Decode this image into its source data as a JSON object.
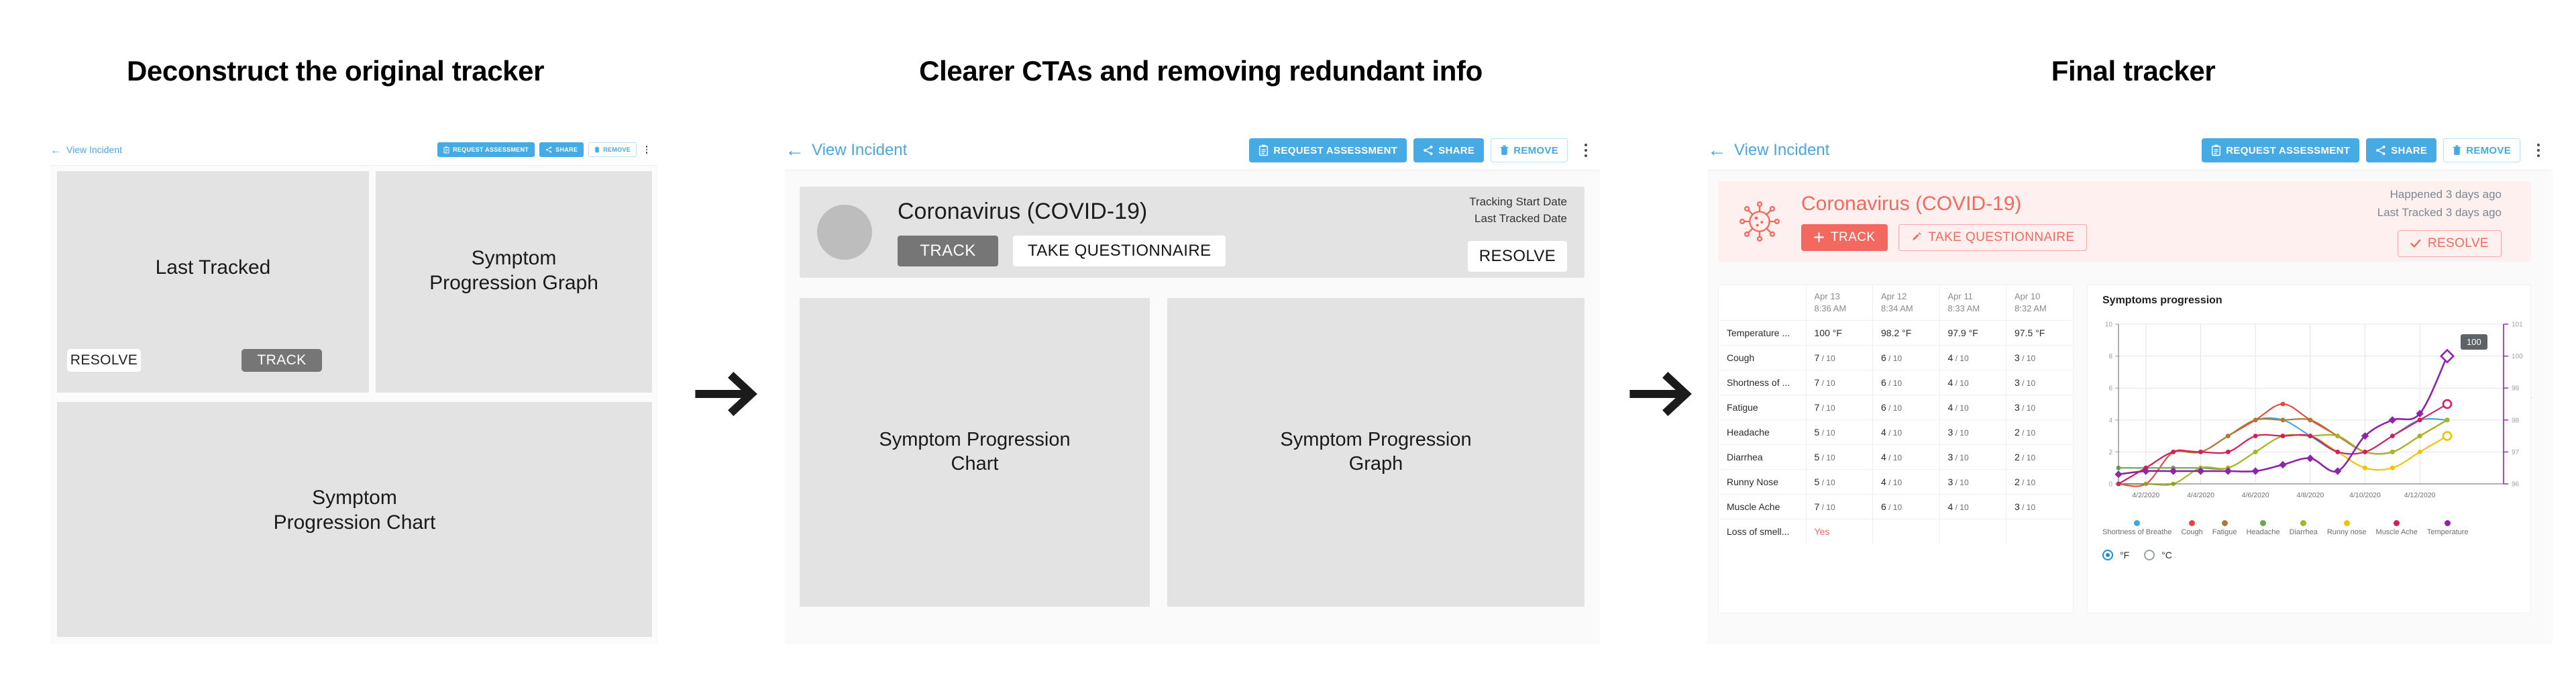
{
  "sections": [
    {
      "title": "Deconstruct the original tracker"
    },
    {
      "title": "Clearer CTAs and removing redundant info"
    },
    {
      "title": "Final tracker"
    }
  ],
  "appbar": {
    "back_label": "View Incident",
    "request_assessment": "REQUEST ASSESSMENT",
    "share": "SHARE",
    "remove": "REMOVE"
  },
  "panel1": {
    "boxes": [
      {
        "label": "Last Tracked"
      },
      {
        "label_line1": "Symptom",
        "label_line2": "Progression Graph"
      },
      {
        "label_line1": "Symptom",
        "label_line2": "Progression Chart"
      }
    ],
    "resolve": "RESOLVE",
    "track": "TRACK"
  },
  "panel2": {
    "incident_title": "Coronavirus (COVID-19)",
    "date_line1": "Tracking Start Date",
    "date_line2": "Last Tracked Date",
    "track": "TRACK",
    "questionnaire": "TAKE QUESTIONNAIRE",
    "resolve": "RESOLVE",
    "card_left_line1": "Symptom Progression",
    "card_left_line2": "Chart",
    "card_right_line1": "Symptom Progression",
    "card_right_line2": "Graph"
  },
  "panel3": {
    "incident_title": "Coronavirus (COVID-19)",
    "happened": "Happened 3 days ago",
    "last_tracked": "Last Tracked 3 days ago",
    "track": "TRACK",
    "questionnaire": "TAKE QUESTIONNAIRE",
    "resolve": "RESOLVE",
    "accent": "#f4695f",
    "table": {
      "columns": [
        {
          "date": "Apr 13",
          "time": "8:36 AM"
        },
        {
          "date": "Apr 12",
          "time": "8:34 AM"
        },
        {
          "date": "Apr 11",
          "time": "8:33 AM"
        },
        {
          "date": "Apr 10",
          "time": "8:32 AM"
        }
      ],
      "rows": [
        {
          "name": "Temperature ...",
          "values": [
            "100 °F",
            "98.2 °F",
            "97.9 °F",
            "97.5 °F"
          ],
          "kind": "plain"
        },
        {
          "name": "Cough",
          "values": [
            "7",
            "6",
            "4",
            "3"
          ],
          "kind": "score",
          "denominator": "/ 10"
        },
        {
          "name": "Shortness of ...",
          "values": [
            "7",
            "6",
            "4",
            "3"
          ],
          "kind": "score",
          "denominator": "/ 10"
        },
        {
          "name": "Fatigue",
          "values": [
            "7",
            "6",
            "4",
            "3"
          ],
          "kind": "score",
          "denominator": "/ 10"
        },
        {
          "name": "Headache",
          "values": [
            "5",
            "4",
            "3",
            "2"
          ],
          "kind": "score",
          "denominator": "/ 10"
        },
        {
          "name": "Diarrhea",
          "values": [
            "5",
            "4",
            "3",
            "2"
          ],
          "kind": "score",
          "denominator": "/ 10"
        },
        {
          "name": "Runny Nose",
          "values": [
            "5",
            "4",
            "3",
            "2"
          ],
          "kind": "score",
          "denominator": "/ 10"
        },
        {
          "name": "Muscle Ache",
          "values": [
            "7",
            "6",
            "4",
            "3"
          ],
          "kind": "score",
          "denominator": "/ 10"
        },
        {
          "name": "Loss of smell...",
          "values": [
            "Yes",
            "",
            "",
            ""
          ],
          "kind": "yes"
        }
      ]
    },
    "units": {
      "f": "°F",
      "c": "°C",
      "selected": "°F"
    },
    "tooltip_value": "100"
  },
  "chart_data": {
    "type": "line",
    "title": "Symptoms progression",
    "xlabel": "",
    "ylabel": "",
    "y2label": "Temperature",
    "ylim": [
      0,
      10
    ],
    "yticks": [
      0,
      2,
      4,
      6,
      8,
      10
    ],
    "y2lim": [
      96,
      101
    ],
    "y2ticks": [
      96,
      97,
      98,
      99,
      100,
      101
    ],
    "grid": true,
    "legend_position": "bottom",
    "x": [
      "4/1/2020",
      "4/2/2020",
      "4/3/2020",
      "4/4/2020",
      "4/5/2020",
      "4/6/2020",
      "4/7/2020",
      "4/8/2020",
      "4/9/2020",
      "4/10/2020",
      "4/11/2020",
      "4/12/2020",
      "4/13/2020"
    ],
    "xticks": [
      "4/2/2020",
      "4/4/2020",
      "4/6/2020",
      "4/8/2020",
      "4/10/2020",
      "4/12/2020"
    ],
    "series": [
      {
        "name": "Shortness of Breathe",
        "color": "#3da5e8",
        "axis": "left",
        "values": [
          0,
          1,
          2,
          2,
          3,
          4,
          4,
          3,
          2,
          2,
          3,
          4,
          4
        ]
      },
      {
        "name": "Cough",
        "color": "#e8453c",
        "axis": "left",
        "values": [
          0,
          0,
          2,
          2,
          3,
          4,
          5,
          4,
          3,
          2,
          2,
          3,
          4
        ]
      },
      {
        "name": "Fatigue",
        "color": "#b07a35",
        "axis": "left",
        "values": [
          0,
          1,
          2,
          2,
          3,
          4,
          4,
          4,
          3,
          2,
          2,
          3,
          4
        ]
      },
      {
        "name": "Headache",
        "color": "#6aa84f",
        "axis": "left",
        "values": [
          1,
          1,
          1,
          1,
          1,
          2,
          3,
          3,
          3,
          2,
          2,
          3,
          4
        ]
      },
      {
        "name": "Diarrhea",
        "color": "#a8b423",
        "axis": "left",
        "values": [
          0,
          0,
          0,
          1,
          1,
          2,
          3,
          3,
          3,
          2,
          2,
          3,
          4
        ]
      },
      {
        "name": "Runny nose",
        "color": "#f2c200",
        "axis": "right",
        "values": [
          0,
          1,
          2,
          2,
          2,
          3,
          3,
          3,
          2,
          1,
          1,
          2,
          3
        ]
      },
      {
        "name": "Muscle Ache",
        "color": "#d81b60",
        "axis": "left",
        "values": [
          0,
          1,
          2,
          2,
          2,
          3,
          3,
          3,
          2,
          2,
          3,
          4,
          5
        ]
      },
      {
        "name": "Temperature",
        "color": "#8e24aa",
        "axis": "right",
        "values": [
          96.3,
          96.4,
          96.4,
          96.4,
          96.4,
          96.4,
          96.6,
          96.8,
          96.4,
          97.5,
          98.0,
          98.2,
          100
        ]
      }
    ],
    "annotations": [
      {
        "text": "100",
        "series": "Temperature",
        "x": "4/13/2020",
        "y": 100
      }
    ]
  }
}
